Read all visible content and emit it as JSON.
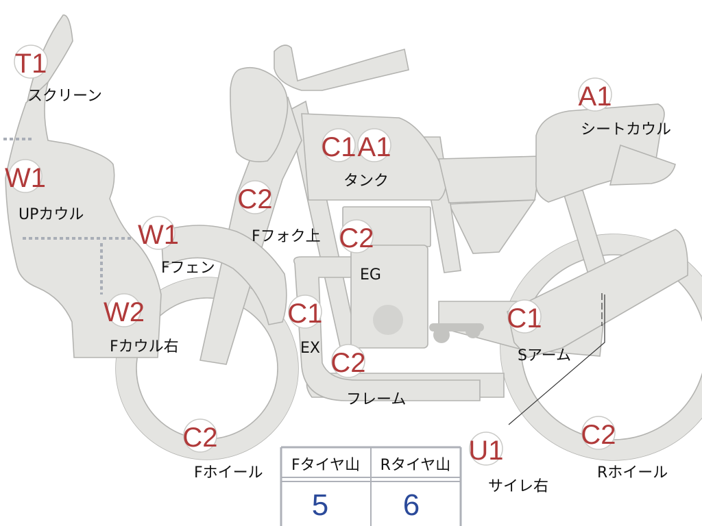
{
  "parts": [
    {
      "id": "screen",
      "code": "T1",
      "name": "スクリーン"
    },
    {
      "id": "upcowl",
      "code": "W1",
      "name": "UPカウル"
    },
    {
      "id": "ffender",
      "code": "W1",
      "name": "Fフェン"
    },
    {
      "id": "fcowl",
      "code": "W2",
      "name": "Fカウル右"
    },
    {
      "id": "ffork",
      "code": "C2",
      "name": "Fフォク上"
    },
    {
      "id": "tank",
      "codes": [
        "C1",
        "A1"
      ],
      "name": "タンク"
    },
    {
      "id": "eg",
      "code": "C2",
      "name": "EG"
    },
    {
      "id": "ex",
      "code": "C1",
      "name": "EX"
    },
    {
      "id": "frame",
      "code": "C2",
      "name": "フレーム"
    },
    {
      "id": "seatcowl",
      "code": "A1",
      "name": "シートカウル"
    },
    {
      "id": "sarm",
      "code": "C1",
      "name": "Sアーム"
    },
    {
      "id": "fwheel",
      "code": "C2",
      "name": "Fホイール"
    },
    {
      "id": "muffler",
      "code": "U1",
      "name": "サイレ右"
    },
    {
      "id": "rwheel",
      "code": "C2",
      "name": "Rホイール"
    }
  ],
  "tire_table": {
    "headers": [
      "Fタイヤ山",
      "Rタイヤ山"
    ],
    "values": [
      "5",
      "6"
    ]
  },
  "colors": {
    "badge_text": "#b03a3a",
    "value_text": "#2b4a9a",
    "part_fill": "#e4e4e1",
    "dotted_line": "#a9aeb7"
  }
}
